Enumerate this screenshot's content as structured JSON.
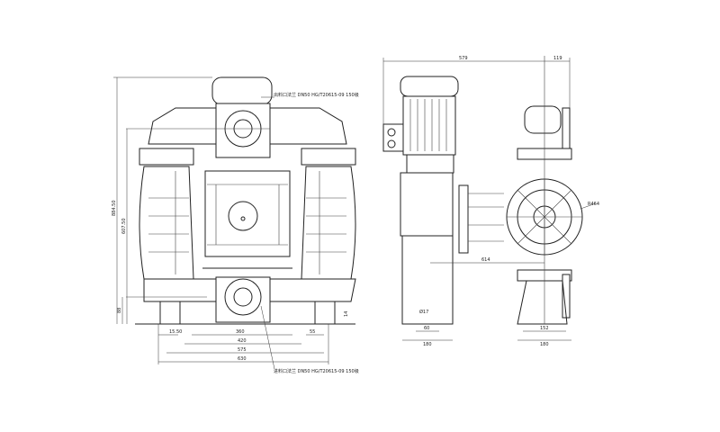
{
  "front_view": {
    "outlet_note": "出料口法兰 DN50 HG/T20615-09 150级",
    "inlet_note": "进料口法兰 DN50 HG/T20615-09 150级",
    "dim_total_height": "884.50",
    "dim_outlet_height": "607.50",
    "dim_inlet_height": "88",
    "dim_foot": "14",
    "dim_hole_left": "15.50",
    "dim_360": "360",
    "dim_420": "420",
    "dim_575": "575",
    "dim_630": "630",
    "dim_55": "55"
  },
  "side_view": {
    "dim_579": "579",
    "dim_119": "119",
    "dim_614": "614",
    "dim_hole": "Ø17",
    "dim_60": "60",
    "dim_base_180": "180",
    "dim_152": "152",
    "dim_foot_180": "180",
    "dim_radius": "R464"
  }
}
